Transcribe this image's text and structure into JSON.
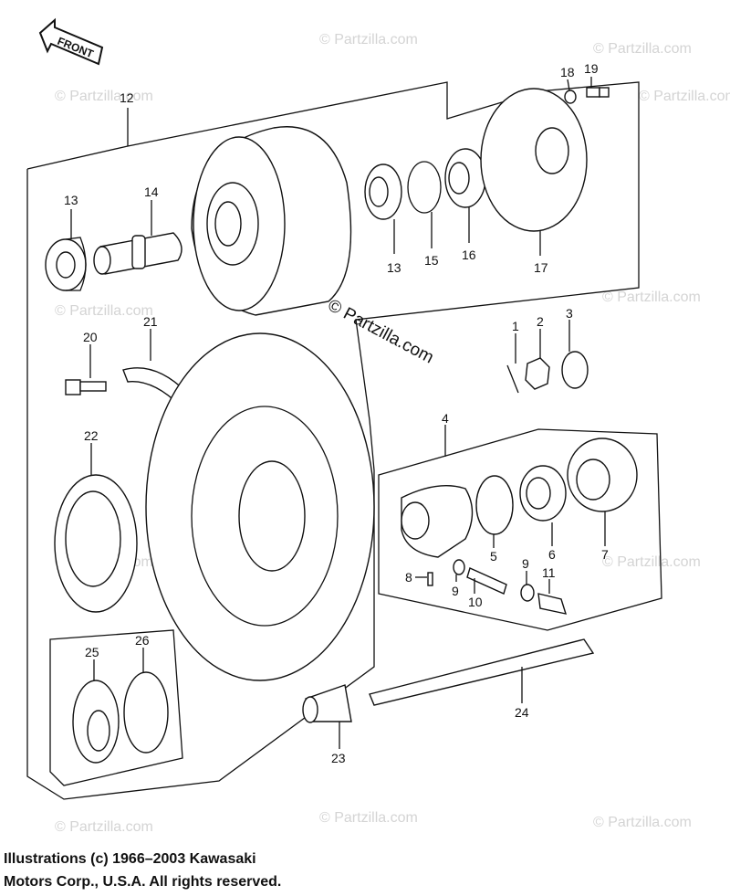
{
  "diagram": {
    "front_label": "FRONT",
    "watermark_main": "© Partzilla.com",
    "watermark_faint": "© Partzilla.com",
    "callouts": {
      "c12": "12",
      "c13a": "13",
      "c14": "14",
      "c13b": "13",
      "c15": "15",
      "c16": "16",
      "c17": "17",
      "c18": "18",
      "c19": "19",
      "c20": "20",
      "c21": "21",
      "c22": "22",
      "c1": "1",
      "c2": "2",
      "c3": "3",
      "c4": "4",
      "c5": "5",
      "c6": "6",
      "c7": "7",
      "c8": "8",
      "c9a": "9",
      "c10": "10",
      "c9b": "9",
      "c11": "11",
      "c25": "25",
      "c26": "26",
      "c23": "23",
      "c24": "24"
    }
  },
  "copyright": {
    "line1": "Illustrations (c) 1966–2003 Kawasaki",
    "line2": "Motors Corp., U.S.A.  All rights reserved."
  }
}
